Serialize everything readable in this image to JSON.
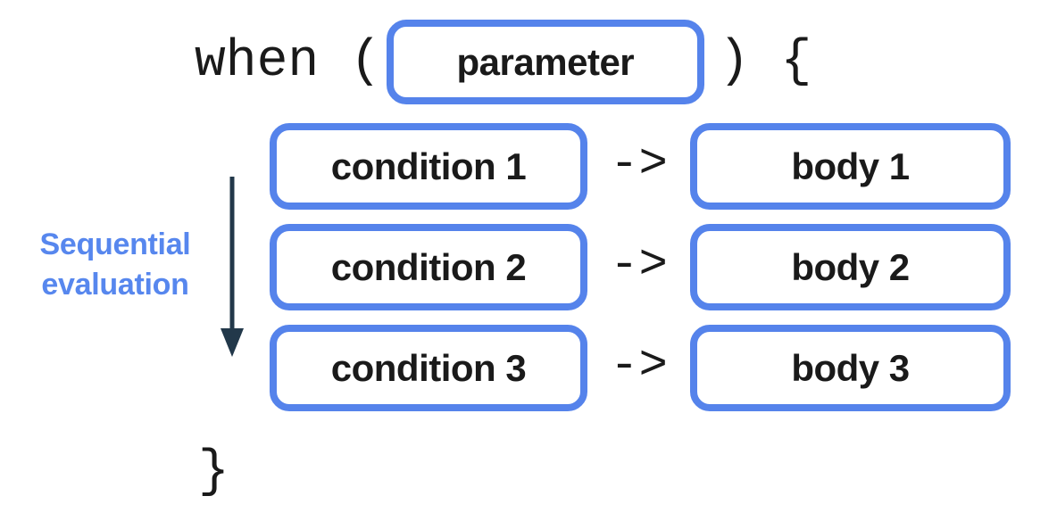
{
  "diagram": {
    "description": "Kotlin when expression syntax diagram",
    "code": {
      "when_open": "when (",
      "paren_brace": ") {",
      "arrow_operator": "->",
      "closing_brace": "}"
    },
    "parameter_label": "parameter",
    "rows": [
      {
        "condition": "condition 1",
        "body": "body 1"
      },
      {
        "condition": "condition 2",
        "body": "body 2"
      },
      {
        "condition": "condition 3",
        "body": "body 3"
      }
    ],
    "annotation": {
      "line1": "Sequential",
      "line2": "evaluation"
    },
    "colors": {
      "box_border": "#5583EB",
      "annotation_text": "#5787EE",
      "flow_arrow": "#22384A",
      "code_text": "#1a1a1a",
      "background": "#ffffff"
    }
  }
}
